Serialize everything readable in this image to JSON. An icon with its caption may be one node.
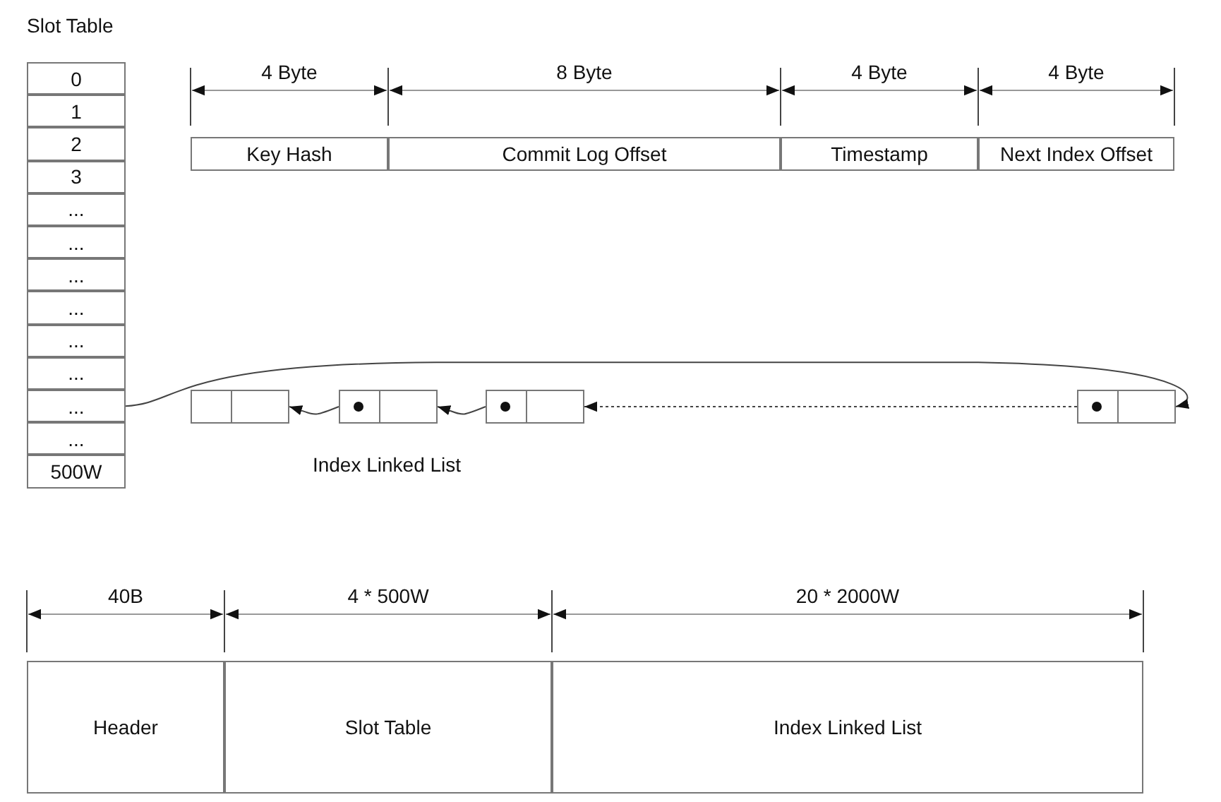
{
  "diagram": {
    "nodes": [
      {
        "text": [
          "Slot Table"
        ]
      },
      {
        "text": [
          "0"
        ],
        "in": 0
      },
      {
        "text": [
          "1"
        ],
        "in": 0
      },
      {
        "text": [
          "2"
        ],
        "in": 0
      },
      {
        "text": [
          "3"
        ],
        "in": 0
      },
      {
        "text": [
          "..."
        ],
        "in": 0
      },
      {
        "text": [
          "..."
        ],
        "in": 0
      },
      {
        "text": [
          "..."
        ],
        "in": 0
      },
      {
        "text": [
          "..."
        ],
        "in": 0
      },
      {
        "text": [
          "..."
        ],
        "in": 0
      },
      {
        "text": [
          "..."
        ],
        "in": 0
      },
      {
        "text": [
          "..."
        ],
        "in": 0
      },
      {
        "text": [
          "..."
        ],
        "in": 0
      },
      {
        "text": [
          "500W"
        ],
        "in": 0
      },
      {
        "text": [
          "Key Hash"
        ]
      },
      {
        "text": [
          "Commit Log Offset"
        ]
      },
      {
        "text": [
          "Timestamp"
        ]
      },
      {
        "text": [
          "Next Index Offset"
        ]
      },
      {
        "text": [],
        "shape": "box"
      },
      {
        "text": [],
        "shape": "box"
      },
      {
        "text": [],
        "shape": "box"
      },
      {
        "text": [],
        "shape": "box"
      },
      {
        "text": [
          "Header"
        ]
      },
      {
        "text": [
          "Slot Table"
        ]
      },
      {
        "text": [
          "Index Linked List"
        ]
      }
    ],
    "edges": [
      {
        "from": 11,
        "to": 21,
        "arrow": "to"
      },
      {
        "from": 21,
        "to": 20,
        "arrow": "to",
        "style": "dashed"
      },
      {
        "from": 20,
        "to": 19,
        "arrow": "to"
      },
      {
        "from": 19,
        "to": 18,
        "arrow": "to"
      }
    ],
    "labels": [
      "4 Byte",
      "8 Byte",
      "4 Byte",
      "4 Byte",
      "Index Linked List",
      "40B",
      "4 * 500W",
      "20 * 2000W"
    ]
  }
}
